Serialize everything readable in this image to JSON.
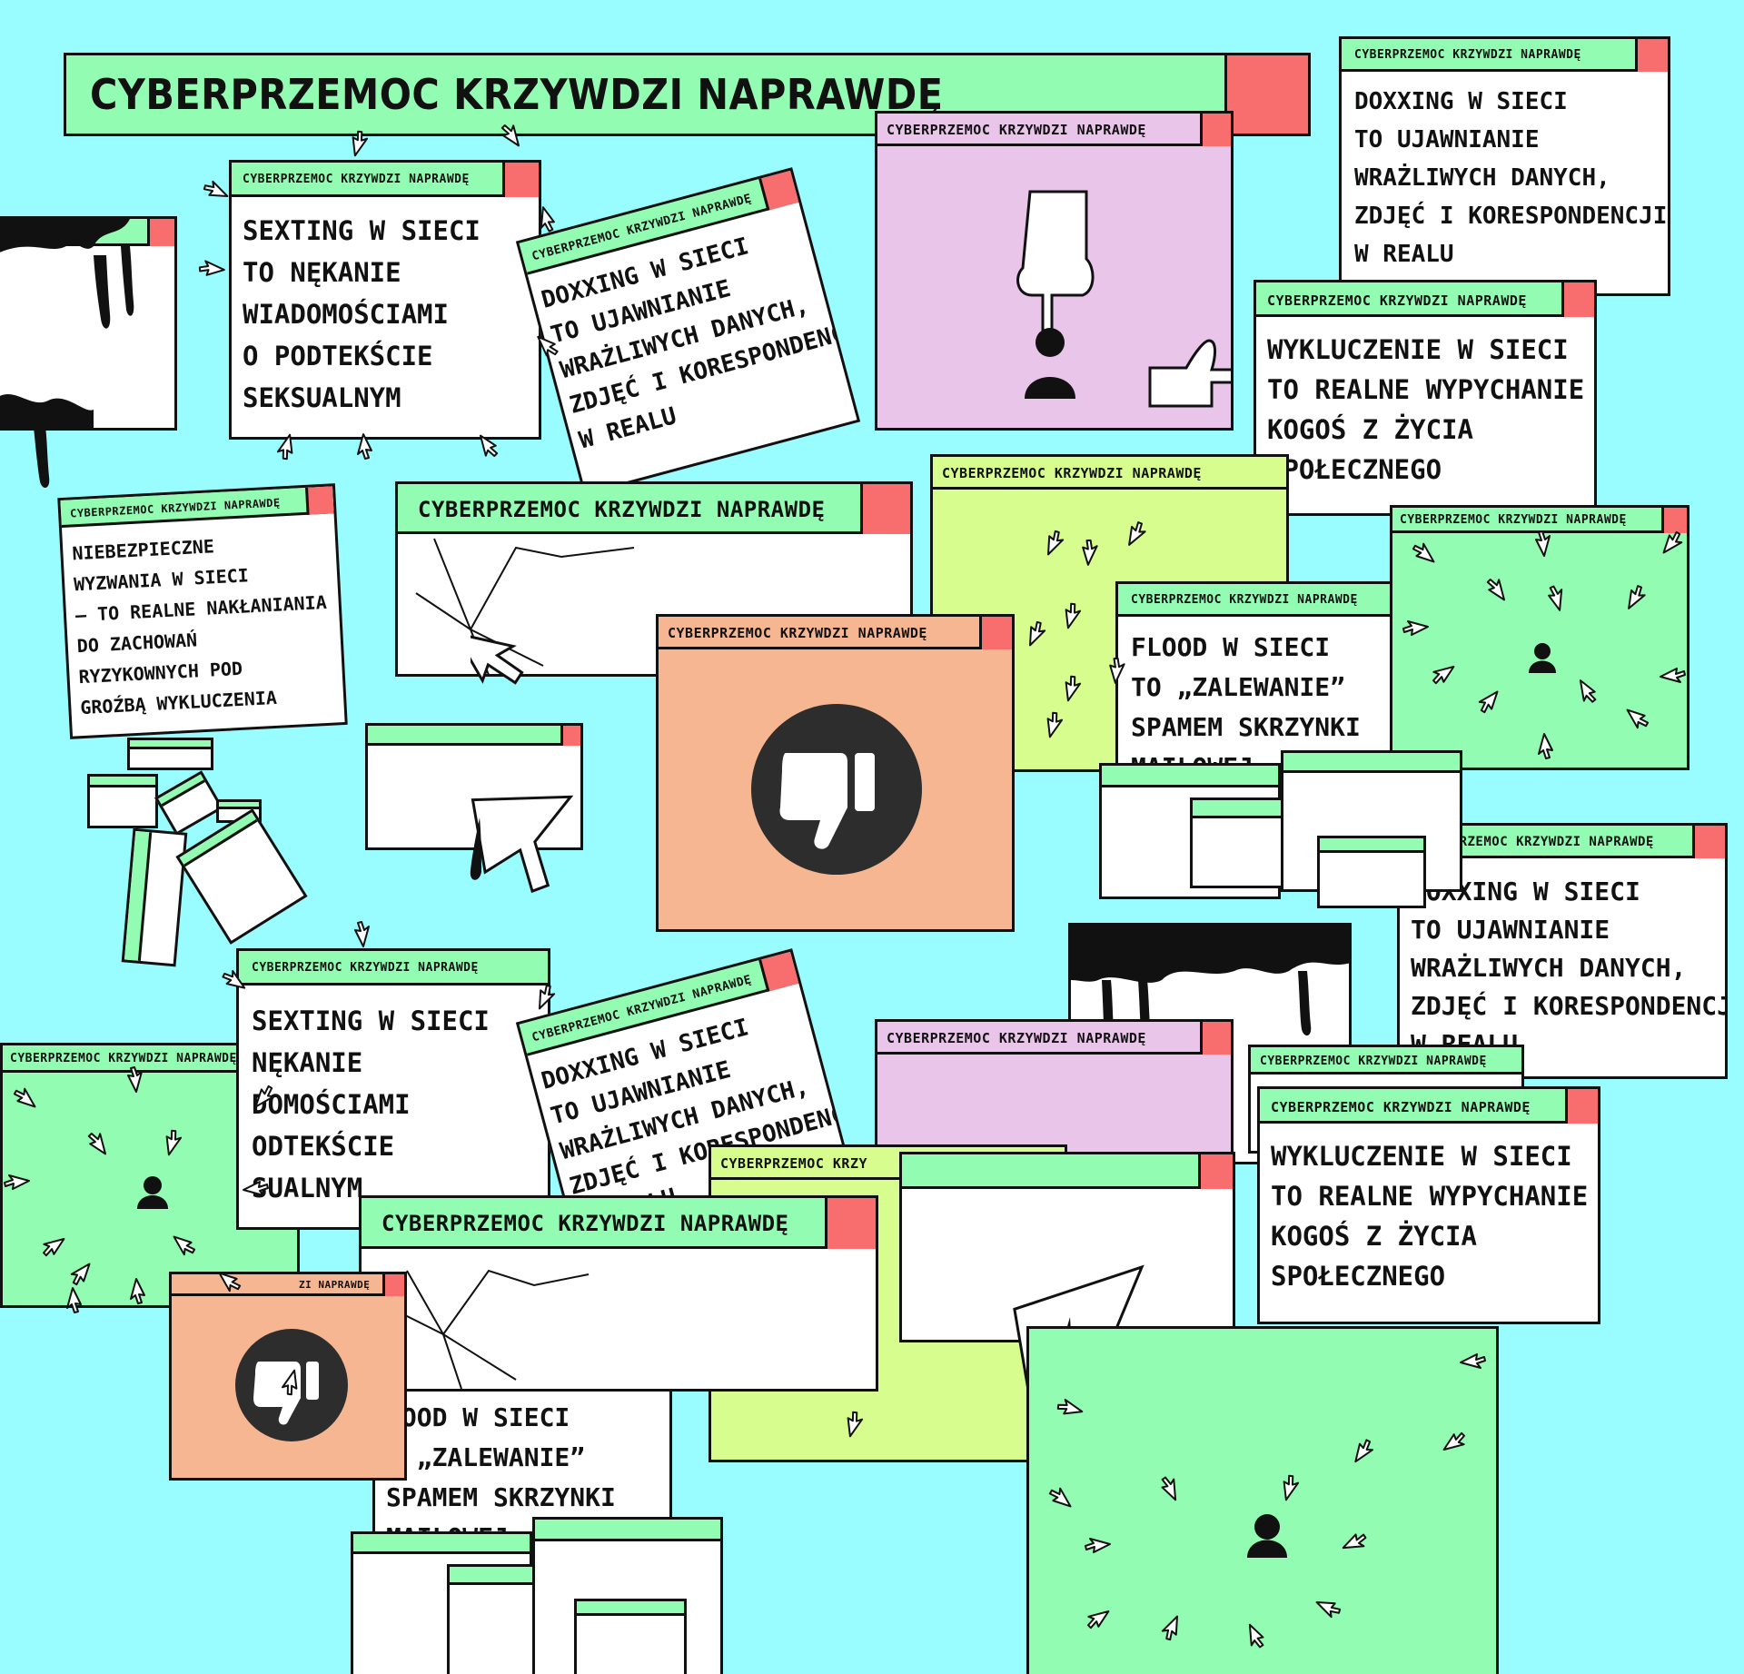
{
  "header": {
    "title": "CYBERPRZEMOC KRZYWDZI NAPRAWDĘ"
  },
  "window_label": "CYBERPRZEMOC KRZYWDZI NAPRAWDĘ",
  "messages": {
    "doxxing": [
      "DOXXING W SIECI",
      "TO UJAWNIANIE",
      "WRAŻLIWYCH DANYCH,",
      "ZDJĘĆ I KORESPONDENCJI",
      "W REALU"
    ],
    "sexting": [
      "SEXTING W SIECI",
      "TO NĘKANIE",
      "WIADOMOŚCIAMI",
      "O PODTEKŚCIE",
      "SEKSUALNYM"
    ],
    "exclusion": [
      "WYKLUCZENIE W SIECI",
      "TO REALNE WYPYCHANIE",
      "KOGOŚ Z ŻYCIA",
      "SPOŁECZNEGO"
    ],
    "insults": [
      "NIEBEZPIECZNE",
      "WYZWANIA W SIECI",
      "– TO REALNE NAKŁANIANIA",
      "DO ZACHOWAŃ",
      "RYZYKOWNYCH POD",
      "GROŹBĄ WYKLUCZENIA"
    ],
    "flood": [
      "FLOOD W SIECI",
      "TO „ZALEWANIE”",
      "SPAMEM SKRZYNKI",
      "MAILOWEJ"
    ],
    "sexting_partial": [
      "SEXTING W SIECI",
      "NĘKANIE",
      "DOMOŚCIAMI",
      "ODTEKŚCIE",
      "SUALNYM"
    ],
    "flood_partial": [
      "LOOD W SIECI",
      "O „ZALEWANIE”",
      "SPAMEM SKRZYNKI",
      "MAILOWEJ"
    ],
    "doxxing_partial": [
      "DOXXING W SIECI",
      "TO UJAWNIANIE",
      "WRAŻLIWYCH DANYCH,",
      "ZDJĘĆ I KORESPONDENCJI",
      "W REALU"
    ],
    "partial_label_a": "CYBERPRZEMOC KRZY",
    "partial_label_b": "ZI NAPRAWDĘ"
  },
  "icons": {
    "pointing_hand": "pointing-hand-icon",
    "person": "person-icon",
    "thumbs_down": "thumbs-down-icon",
    "cursor": "cursor-arrow-icon",
    "crack": "cracked-screen-icon",
    "ink": "ink-drip-icon"
  },
  "colors": {
    "background": "#99fcff",
    "titlebar": "#93fcb3",
    "close": "#f86e6e",
    "pink": "#eac5ea",
    "peach": "#f6b692",
    "lime": "#d6fd8d",
    "mint": "#93fcb3",
    "dark": "#2d2d2d"
  }
}
